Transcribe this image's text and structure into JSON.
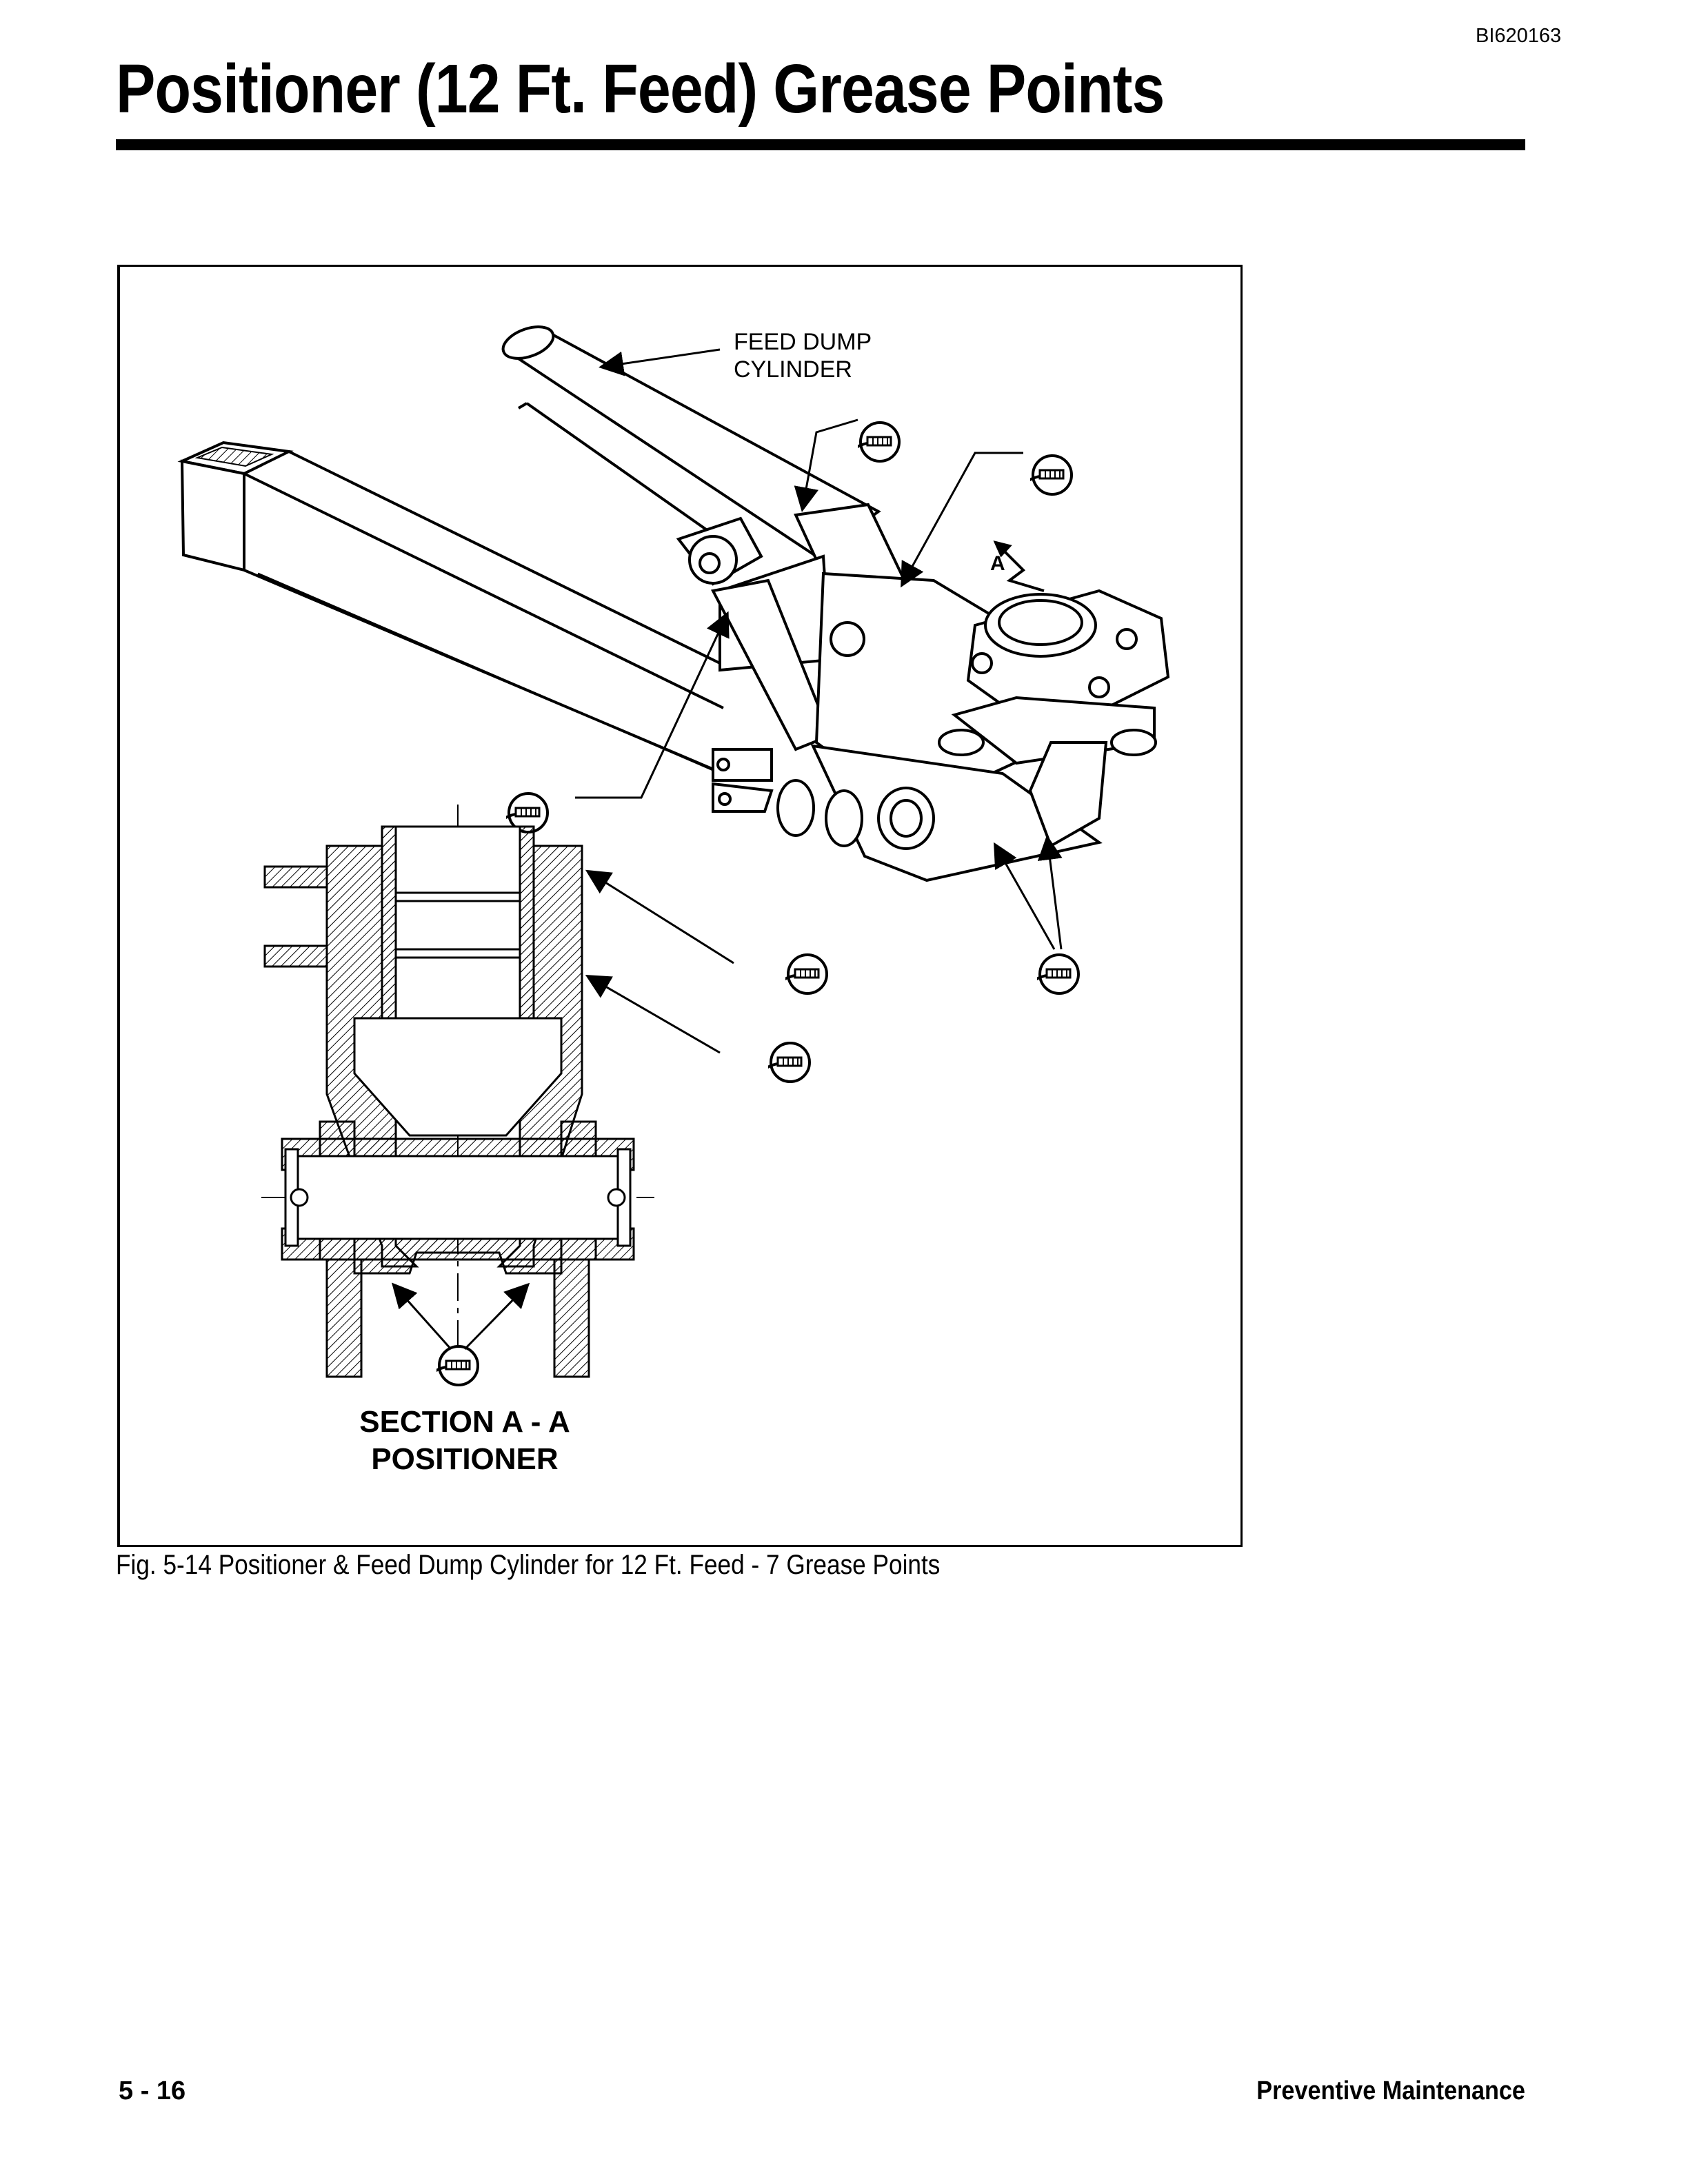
{
  "header": {
    "doc_id": "BI620163",
    "title": "Positioner (12 Ft. Feed) Grease Points"
  },
  "figure": {
    "callout_feed_dump_line1": "FEED DUMP",
    "callout_feed_dump_line2": "CYLINDER",
    "section_marker": "A",
    "section_title_line1": "SECTION A - A",
    "section_title_line2": "POSITIONER",
    "caption": "Fig. 5-14  Positioner & Feed Dump Cylinder for 12 Ft. Feed - 7 Grease Points"
  },
  "footer": {
    "page_number": "5 - 16",
    "section": "Preventive  Maintenance"
  }
}
